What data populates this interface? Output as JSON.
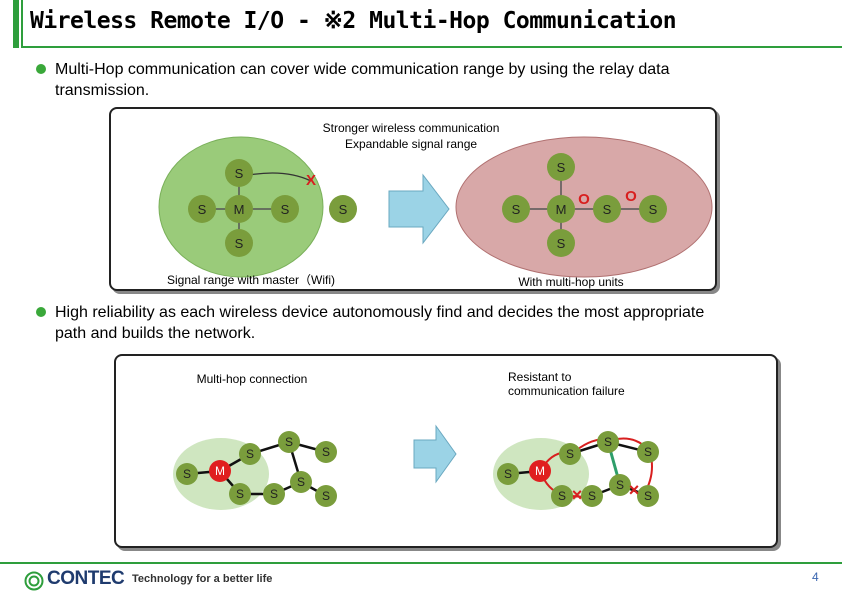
{
  "title": "Wireless Remote I/O  -  ※2  Multi-Hop Communication",
  "bullet1": {
    "line1": "Multi-Hop communication can cover wide communication range by using the relay data",
    "line2": "transmission."
  },
  "top_diagram": {
    "caption_line1": "Stronger wireless communication",
    "caption_line2": "Expandable signal range",
    "left_label": "Signal range with master（Wifi)",
    "right_label": "With multi-hop units",
    "slave": "S",
    "master": "M",
    "fail_mark": "X",
    "ok_mark": "O"
  },
  "bullet2": {
    "line1": "High reliability as each wireless device autonomously find and decides the most appropriate",
    "line2": "path and builds the network."
  },
  "bottom_diagram": {
    "left_label": "Multi-hop connection",
    "right_label_line1": "Resistant to",
    "right_label_line2": "communication failure",
    "slave": "S",
    "master": "M",
    "fail_mark": "×"
  },
  "footer": {
    "brand": "CONTEC",
    "tagline": "Technology for a better life",
    "page": "4"
  },
  "colors": {
    "accent": "#2e9e3c",
    "node_fill": "#7a9d3c",
    "range_green": "#9acb7a",
    "range_red": "#d8a0a0",
    "fail": "#d81f1f",
    "arrow": "#9bd3e6"
  }
}
